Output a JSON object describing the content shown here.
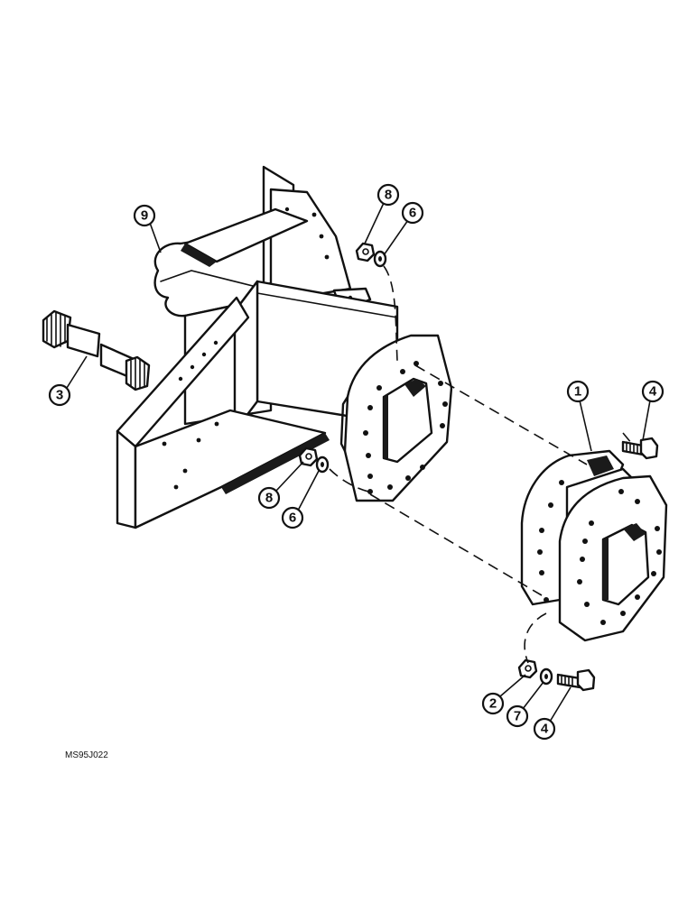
{
  "figure_code": "MS95J022",
  "callouts": {
    "c1": "1",
    "c2": "2",
    "c3": "3",
    "c4a": "4",
    "c4b": "4",
    "c6a": "6",
    "c6b": "6",
    "c7": "7",
    "c8a": "8",
    "c8b": "8",
    "c9": "9"
  }
}
